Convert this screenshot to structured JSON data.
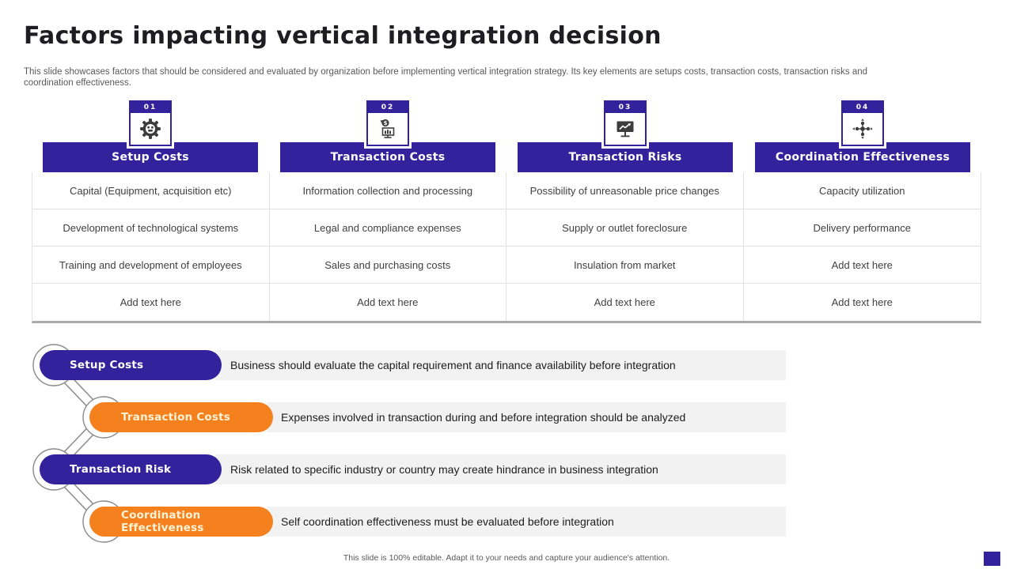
{
  "slide": {
    "title": "Factors impacting vertical integration decision",
    "subtitle": "This slide showcases factors that should be considered and evaluated by organization before implementing vertical integration strategy. Its key elements are setups costs, transaction costs, transaction risks and coordination effectiveness.",
    "footer": "This slide is 100% editable.  Adapt it to your needs and capture your audience's attention."
  },
  "colors": {
    "purple": "#33229B",
    "orange": "#F5801E",
    "bar_gray": "#F2F2F2"
  },
  "columns": [
    {
      "number": "01",
      "icon": "gear-icon",
      "title": "Setup Costs",
      "rows": [
        "Capital (Equipment, acquisition etc)",
        "Development of technological systems",
        "Training and development of employees",
        "Add text here"
      ]
    },
    {
      "number": "02",
      "icon": "money-transfer-icon",
      "title": "Transaction Costs",
      "rows": [
        "Information collection and processing",
        "Legal and compliance expenses",
        "Sales and purchasing costs",
        "Add text here"
      ]
    },
    {
      "number": "03",
      "icon": "chart-monitor-icon",
      "title": "Transaction Risks",
      "rows": [
        "Possibility of unreasonable price changes",
        "Supply or outlet foreclosure",
        "Insulation from market",
        "Add text here"
      ]
    },
    {
      "number": "04",
      "icon": "coordination-network-icon",
      "title": "Coordination Effectiveness",
      "rows": [
        "Capacity utilization",
        "Delivery performance",
        "Add text here",
        "Add text here"
      ]
    }
  ],
  "factors": [
    {
      "label": "Setup Costs",
      "style": "purple",
      "description": "Business should evaluate the capital requirement and finance availability  before integration"
    },
    {
      "label": "Transaction Costs",
      "style": "orange",
      "description": "Expenses involved  in transaction during and before integration  should be analyzed"
    },
    {
      "label": "Transaction Risk",
      "style": "purple",
      "description": "Risk related to  specific industry or country may create hindrance  in business integration"
    },
    {
      "label": "Coordination Effectiveness",
      "style": "orange",
      "description": "Self coordination  effectiveness must be evaluated  before integration"
    }
  ]
}
